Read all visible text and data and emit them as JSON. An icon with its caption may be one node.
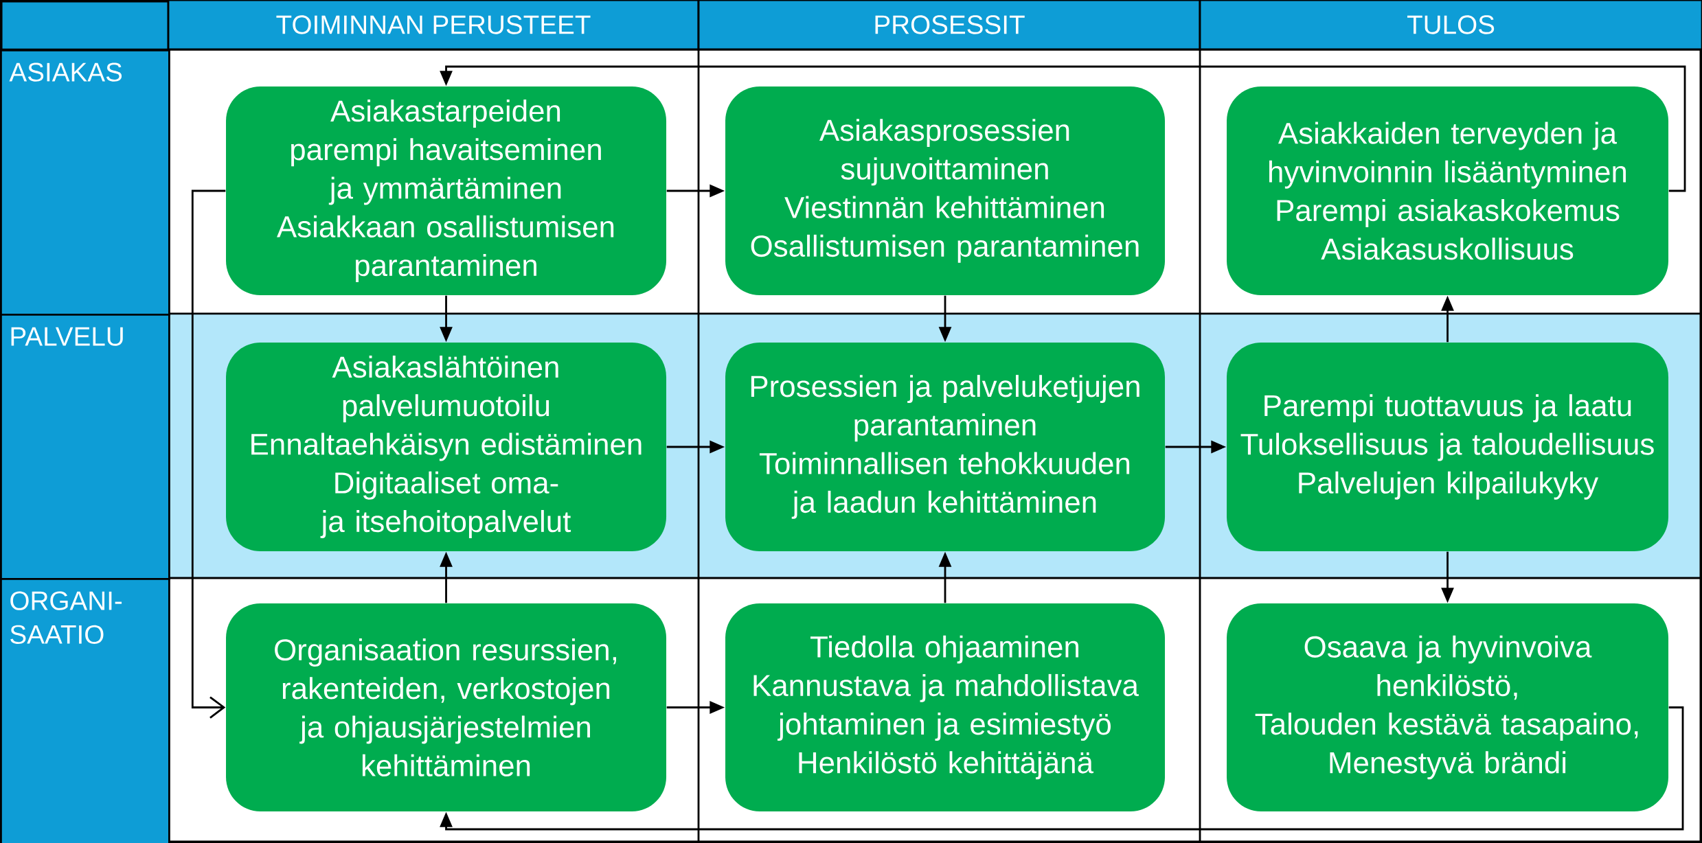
{
  "diagram": {
    "nodes": [
      {
        "text": [
          "TOIMINNAN PERUSTEET"
        ]
      },
      {
        "text": [
          "PROSESSIT"
        ]
      },
      {
        "text": [
          "TULOS"
        ]
      },
      {
        "text": [
          "ASIAKAS"
        ]
      },
      {
        "text": [
          "PALVELU"
        ]
      },
      {
        "text": [
          "ORGANI- SAATIO"
        ]
      },
      {
        "text": [
          "Asiakastarpeiden parempi havaitseminen ja ymmärtäminen",
          "Asiakkaan osallistumisen parantaminen"
        ]
      },
      {
        "text": [
          "Asiakasprosessien sujuvoittaminen",
          "Viestinnän kehittäminen",
          "Osallistumisen parantaminen"
        ]
      },
      {
        "text": [
          "Asiakkaiden terveyden ja hyvinvoinnin lisääntyminen",
          "Parempi asiakaskokemus",
          "Asiakasuskollisuus"
        ]
      },
      {
        "text": [
          "Asiakaslähtöinen palvelumuotoilu",
          "Ennaltaehkäisyn edistäminen",
          "Digitaaliset oma- ja itsehoitopalvelut"
        ]
      },
      {
        "text": [
          "Prosessien ja palveluketjujen parantaminen",
          "Toiminnallisen tehokkuuden ja laadun kehittäminen"
        ]
      },
      {
        "text": [
          "Parempi tuottavuus ja laatu",
          "Tuloksellisuus ja taloudellisuus",
          "Palvelujen kilpailukyky"
        ]
      },
      {
        "text": [
          "Organisaation resurssien, rakenteiden, verkostojen ja ohjausjärjestelmien kehittäminen"
        ]
      },
      {
        "text": [
          "Tiedolla ohjaaminen",
          "Kannustava ja mahdollistava johtaminen ja esimiestyö",
          "Henkilöstö kehittäjänä"
        ]
      },
      {
        "text": [
          "Osaava ja hyvinvoiva henkilöstö,",
          "Talouden kestävä tasapaino,",
          "Menestyvä brändi"
        ]
      }
    ],
    "edges": [
      {
        "from": 6,
        "to": 7,
        "arrow": "to"
      },
      {
        "from": 6,
        "to": 9,
        "arrow": "to"
      },
      {
        "from": 7,
        "to": 10,
        "arrow": "to"
      },
      {
        "from": 9,
        "to": 10,
        "arrow": "to"
      },
      {
        "from": 10,
        "to": 11,
        "arrow": "to"
      },
      {
        "from": 12,
        "to": 9,
        "arrow": "to"
      },
      {
        "from": 13,
        "to": 10,
        "arrow": "to"
      },
      {
        "from": 12,
        "to": 13,
        "arrow": "to"
      },
      {
        "from": 11,
        "to": 8,
        "arrow": "to"
      },
      {
        "from": 11,
        "to": 14,
        "arrow": "to"
      },
      {
        "from": 8,
        "to": 6,
        "arrow": "to"
      },
      {
        "from": 6,
        "to": 12,
        "arrow": "to"
      },
      {
        "from": 14,
        "to": 12,
        "arrow": "to"
      }
    ]
  }
}
